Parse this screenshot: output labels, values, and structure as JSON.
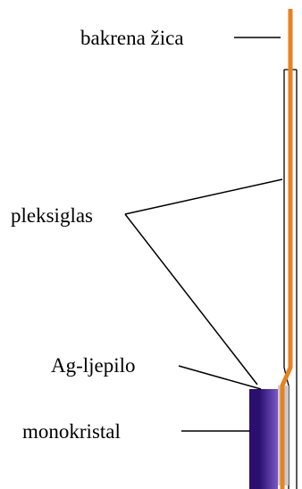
{
  "labels": {
    "wire": "bakrena žica",
    "plexiglass": "pleksiglas",
    "silver_glue": "Ag-ljepilo",
    "crystal": "monokristal"
  },
  "colors": {
    "wire": "#e8821f",
    "crystal_dark": "#2a0f6e",
    "crystal_light": "#7a58c8",
    "glue": "#c8cacb",
    "outline": "#000000",
    "background": "#ffffff"
  }
}
